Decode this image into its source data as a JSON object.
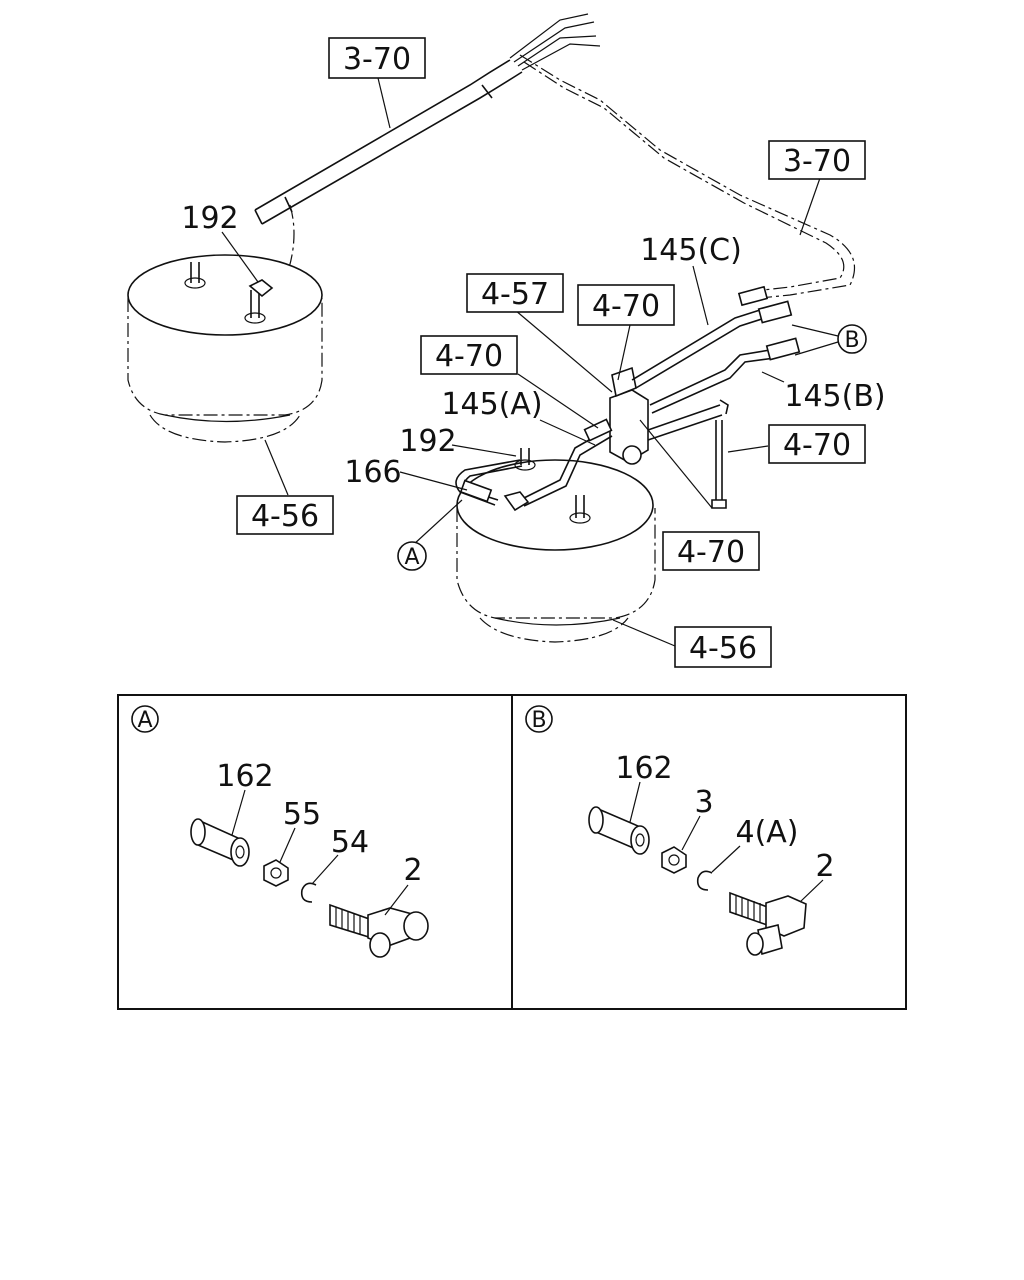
{
  "labels": {
    "ref_3_70_top": "3-70",
    "ref_3_70_right": "3-70",
    "ref_4_57": "4-57",
    "ref_4_70_a": "4-70",
    "ref_4_70_b": "4-70",
    "ref_4_70_c": "4-70",
    "ref_4_70_d": "4-70",
    "ref_4_56_left": "4-56",
    "ref_4_56_right": "4-56",
    "part_192_left": "192",
    "part_192_right": "192",
    "part_145_a": "145(A)",
    "part_145_b": "145(B)",
    "part_145_c": "145(C)",
    "part_166": "166",
    "callout_a": "A",
    "callout_b_main": "B"
  },
  "detail_a": {
    "marker": "A",
    "part_162": "162",
    "part_55": "55",
    "part_54": "54",
    "part_2": "2"
  },
  "detail_b": {
    "marker": "B",
    "part_162": "162",
    "part_3": "3",
    "part_4a": "4(A)",
    "part_2": "2"
  }
}
